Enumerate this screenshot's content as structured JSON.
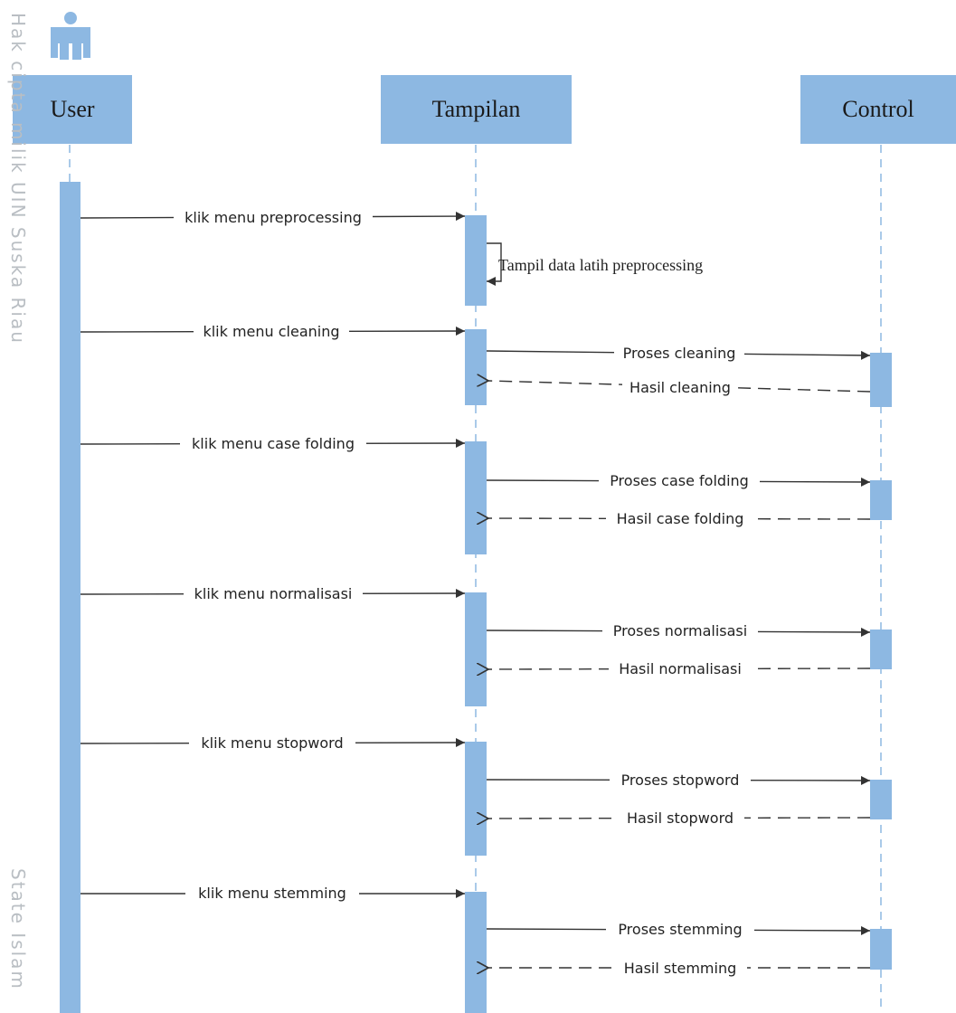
{
  "watermark": {
    "side_top": "Hak cipta milik UIN Suska Riau",
    "side_bottom": "State Islam"
  },
  "lifelines": {
    "user": "User",
    "tampilan": "Tampilan",
    "control": "Control"
  },
  "messages": [
    {
      "label": "klik menu preprocessing",
      "kind": "call"
    },
    {
      "label": "Tampil data latih preprocessing",
      "kind": "self"
    },
    {
      "label": "klik menu cleaning",
      "kind": "call"
    },
    {
      "label": "Proses cleaning",
      "kind": "call"
    },
    {
      "label": "Hasil cleaning",
      "kind": "return"
    },
    {
      "label": "klik menu case folding",
      "kind": "call"
    },
    {
      "label": "Proses case folding",
      "kind": "call"
    },
    {
      "label": "Hasil case folding",
      "kind": "return"
    },
    {
      "label": "klik menu normalisasi",
      "kind": "call"
    },
    {
      "label": "Proses normalisasi",
      "kind": "call"
    },
    {
      "label": "Hasil normalisasi",
      "kind": "return"
    },
    {
      "label": "klik menu stopword",
      "kind": "call"
    },
    {
      "label": "Proses stopword",
      "kind": "call"
    },
    {
      "label": "Hasil stopword",
      "kind": "return"
    },
    {
      "label": "klik menu stemming",
      "kind": "call"
    },
    {
      "label": "Proses stemming",
      "kind": "call"
    },
    {
      "label": "Hasil stemming",
      "kind": "return"
    }
  ],
  "colors": {
    "box": "#8db8e2",
    "line": "#333333",
    "lifeline": "#8db8e2",
    "watermark": "#b9bec3"
  }
}
